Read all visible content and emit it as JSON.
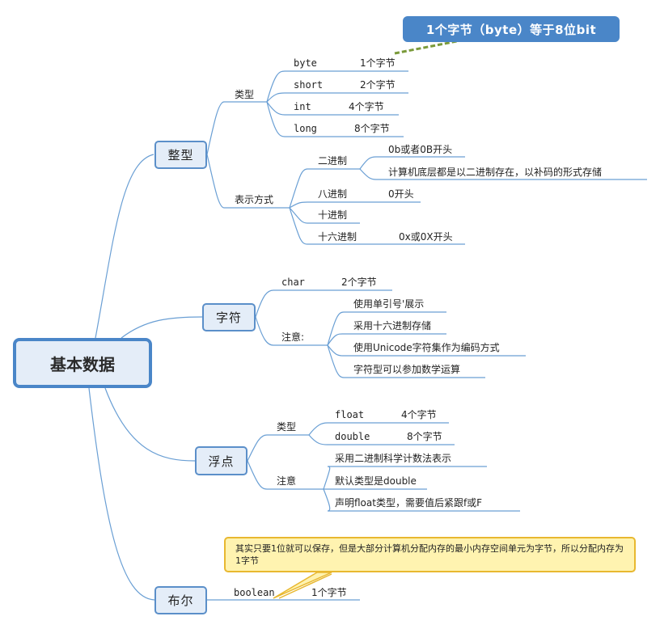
{
  "root": {
    "label": "基本数据"
  },
  "integer": {
    "label": "整型",
    "types": {
      "label": "类型",
      "items": [
        {
          "name": "byte",
          "size": "1个字节"
        },
        {
          "name": "short",
          "size": "2个字节"
        },
        {
          "name": "int",
          "size": "4个字节"
        },
        {
          "name": "long",
          "size": "8个字节"
        }
      ]
    },
    "representation": {
      "label": "表示方式",
      "binary": {
        "label": "二进制",
        "notes": [
          "0b或者0B开头",
          "计算机底层都是以二进制存在，以补码的形式存储"
        ]
      },
      "octal": {
        "label": "八进制",
        "note": "0开头"
      },
      "decimal": {
        "label": "十进制"
      },
      "hex": {
        "label": "十六进制",
        "note": "0x或0X开头"
      }
    },
    "callout": "1个字节（byte）等于8位bit"
  },
  "char": {
    "label": "字符",
    "type": {
      "name": "char",
      "size": "2个字节"
    },
    "notes": {
      "label": "注意:",
      "items": [
        "使用单引号'展示",
        "采用十六进制存储",
        "使用Unicode字符集作为编码方式",
        "字符型可以参加数学运算"
      ]
    }
  },
  "float": {
    "label": "浮点",
    "types": {
      "label": "类型",
      "items": [
        {
          "name": "float",
          "size": "4个字节"
        },
        {
          "name": "double",
          "size": "8个字节"
        }
      ]
    },
    "notes": {
      "label": "注意",
      "items": [
        "采用二进制科学计数法表示",
        "默认类型是double",
        "声明float类型，需要值后紧跟f或F"
      ]
    }
  },
  "boolean": {
    "label": "布尔",
    "type": {
      "name": "boolean",
      "size": "1个字节"
    },
    "callout": "其实只要1位就可以保存，但是大部分计算机分配内存的最小内存空间单元为字节，所以分配内存为1字节"
  },
  "colors": {
    "accent": "#4a86c8",
    "line": "#6a9fd4",
    "node_fill": "#e4edf8",
    "callout_yellow": "#fff3b0",
    "dash": "#7a9a3a"
  }
}
